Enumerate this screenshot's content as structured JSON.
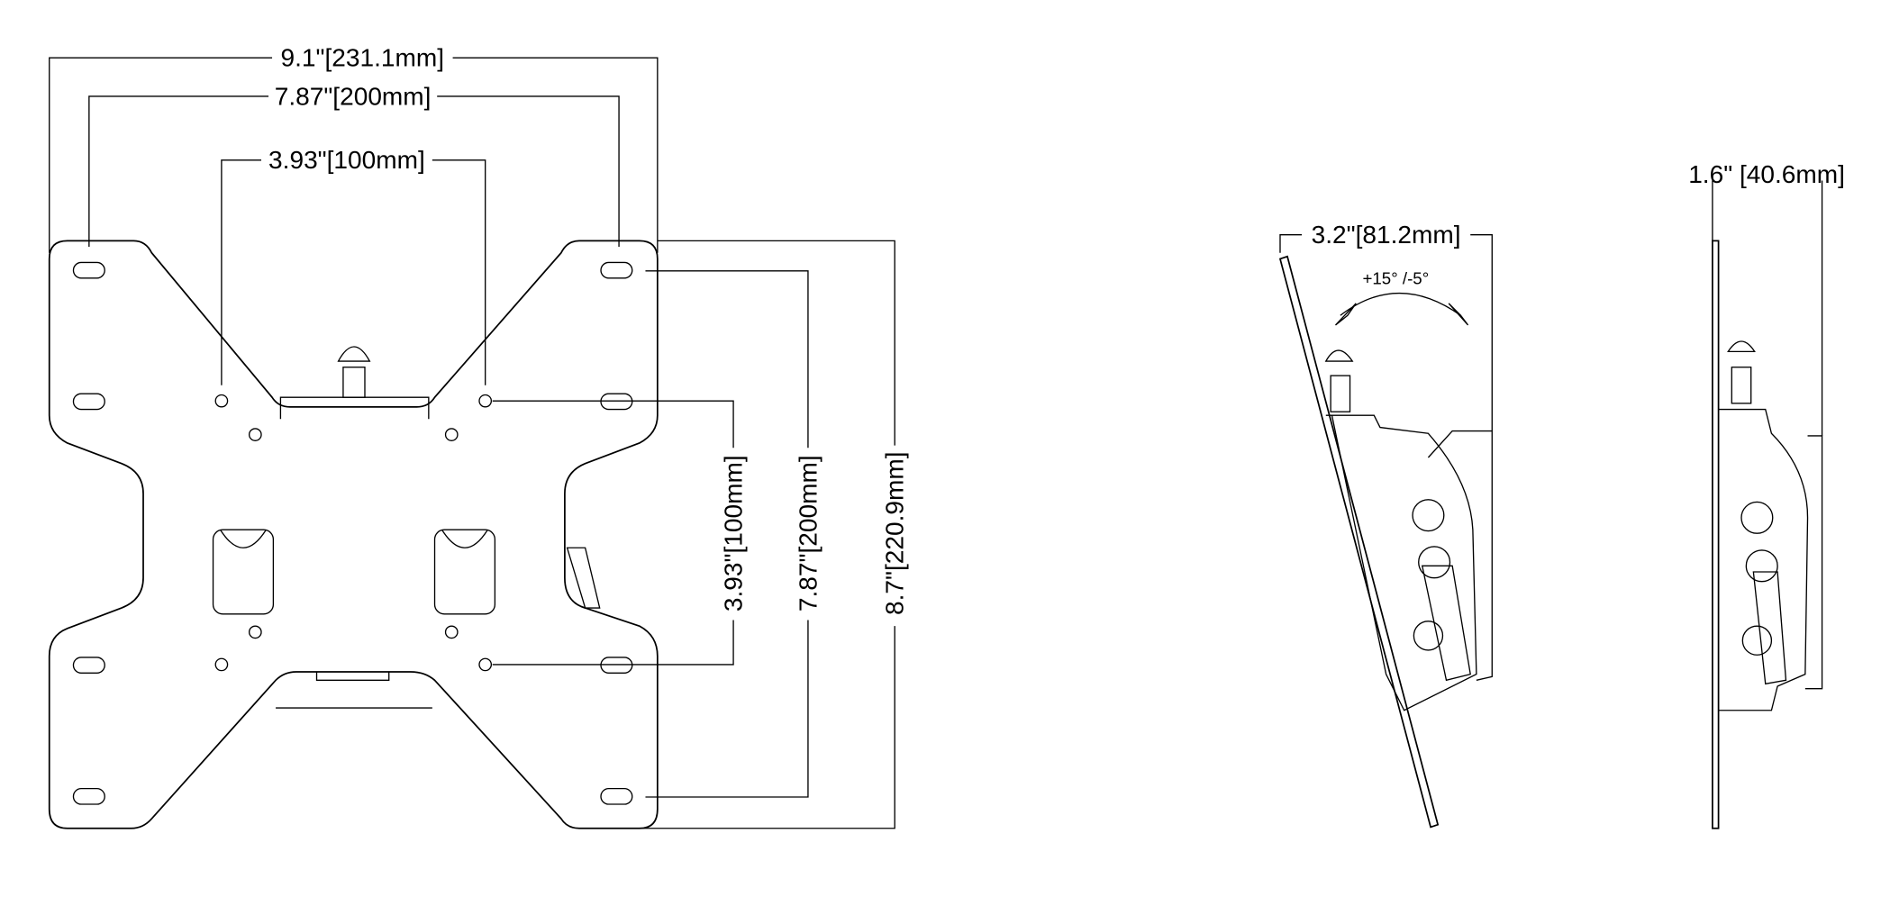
{
  "front_view": {
    "overall_width": "9.1\"[231.1mm]",
    "hole_width_large": "7.87\"[200mm]",
    "hole_width_small": "3.93\"[100mm]",
    "hole_height_small": "3.93\"[100mm]",
    "hole_height_large": "7.87\"[200mm]",
    "overall_height": "8.7\"[220.9mm]"
  },
  "side_view_tilted": {
    "depth": "3.2\"[81.2mm]",
    "tilt_range": "+15° /-5°"
  },
  "side_view_flat": {
    "depth": "1.6\" [40.6mm]"
  },
  "colors": {
    "line": "#000000",
    "background": "#ffffff"
  }
}
